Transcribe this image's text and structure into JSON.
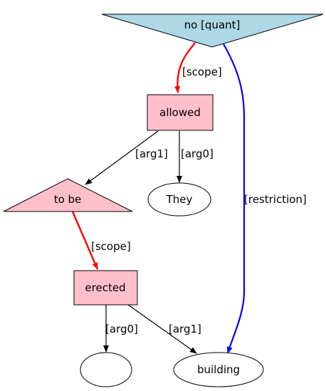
{
  "nodes": {
    "no": {
      "label": "no [quant]",
      "fill": "#add8e6"
    },
    "allowed": {
      "label": "allowed",
      "fill": "#ffc0cb"
    },
    "to_be": {
      "label": "to be",
      "fill": "#ffc0cb"
    },
    "they": {
      "label": "They",
      "fill": "#ffffff"
    },
    "erected": {
      "label": "erected",
      "fill": "#ffc0cb"
    },
    "empty": {
      "label": "",
      "fill": "#ffffff"
    },
    "building": {
      "label": "building",
      "fill": "#ffffff"
    }
  },
  "edges": {
    "no_allowed": {
      "label": "[scope]",
      "color": "#ff0000"
    },
    "no_building": {
      "label": "[restriction]",
      "color": "#0000ff"
    },
    "allowed_tobe": {
      "label": "[arg1]",
      "color": "#000000"
    },
    "allowed_they": {
      "label": "[arg0]",
      "color": "#000000"
    },
    "tobe_erected": {
      "label": "[scope]",
      "color": "#ff0000"
    },
    "erected_empty": {
      "label": "[arg0]",
      "color": "#000000"
    },
    "erected_building": {
      "label": "[arg1]",
      "color": "#000000"
    }
  }
}
